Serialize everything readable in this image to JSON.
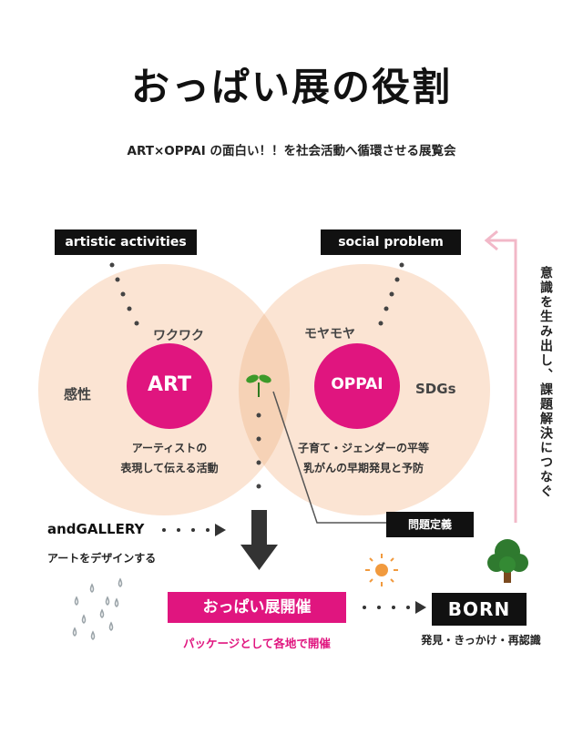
{
  "title": "おっぱい展の役割",
  "subtitle": "ART×OPPAI の面白い！！を社会活動へ循環させる展覧会",
  "top_labels": {
    "left": "artistic activities",
    "right": "social problem"
  },
  "left_circle": {
    "side_label": "感性",
    "feeling": "ワクワク",
    "center": "ART",
    "desc_line1": "アーティストの",
    "desc_line2": "表現して伝える活動"
  },
  "right_circle": {
    "side_label": "SDGs",
    "feeling": "モヤモヤ",
    "center": "OPPAI",
    "desc_line1": "子育て・ジェンダーの平等",
    "desc_line2": "乳がんの早期発見と予防"
  },
  "problem_definition": "問題定義",
  "and_gallery": {
    "name": "andGALLERY",
    "desc": "アートをデザインする"
  },
  "event": {
    "title": "おっぱい展開催",
    "desc": "パッケージとして各地で開催"
  },
  "born": {
    "title": "BORN",
    "desc": "発見・きっかけ・再認識"
  },
  "feedback": "意識を生み出し、課題解決につなぐ",
  "colors": {
    "magenta": "#e0157f",
    "circle_fill": "#fbe4d3",
    "overlap_fill": "#f6d2b6",
    "arrow_pink": "#f2b8c8",
    "dark": "#111111"
  }
}
